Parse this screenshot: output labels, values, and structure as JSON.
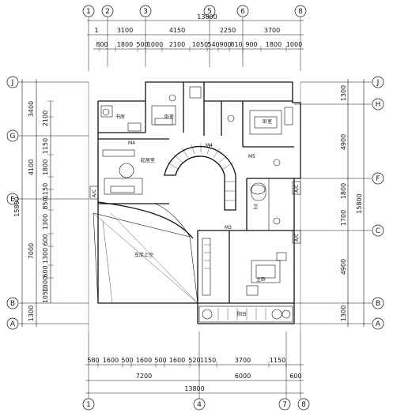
{
  "axes_top": [
    "1",
    "2",
    "3",
    "5",
    "6",
    "8"
  ],
  "axes_bottom": [
    "1",
    "4",
    "7",
    "8"
  ],
  "axes_left": [
    "J",
    "G",
    "E",
    "B",
    "A"
  ],
  "axes_right": [
    "J",
    "H",
    "F",
    "C",
    "B",
    "A"
  ],
  "dims_top_total": "13800",
  "dims_top_row1": [
    "1",
    "3100",
    "4150",
    "2250",
    "3700"
  ],
  "dims_top_row2": [
    "800",
    "1800",
    "500",
    "1000",
    "2100",
    "1050",
    "540",
    "900",
    "810",
    "900",
    "1800",
    "1000"
  ],
  "dims_bottom_row1": [
    "580",
    "1600",
    "500",
    "1600",
    "500",
    "1600",
    "520",
    "1150",
    "3700",
    "1150"
  ],
  "dims_bottom_row2": [
    "7200",
    "6000",
    "600"
  ],
  "dims_bottom_total": "13800",
  "dims_left_total": "15800",
  "dims_left_row1": [
    "3400",
    "4100",
    "7000",
    "1300"
  ],
  "dims_left_row2": [
    "2100",
    "1150",
    "1800",
    "1150",
    "850",
    "1300",
    "600",
    "1300",
    "600",
    "1300",
    "1050"
  ],
  "dims_right_total": "15800",
  "dims_right": [
    "1300",
    "4900",
    "1800",
    "1700",
    "4900",
    "1300"
  ],
  "room_labels": [
    "起居室",
    "书房",
    "主卧",
    "卧室",
    "车库上空",
    "卫",
    "阳台"
  ],
  "tags": [
    "A/C",
    "A/C",
    "A/C",
    "M4",
    "M4",
    "M3",
    "M5"
  ]
}
